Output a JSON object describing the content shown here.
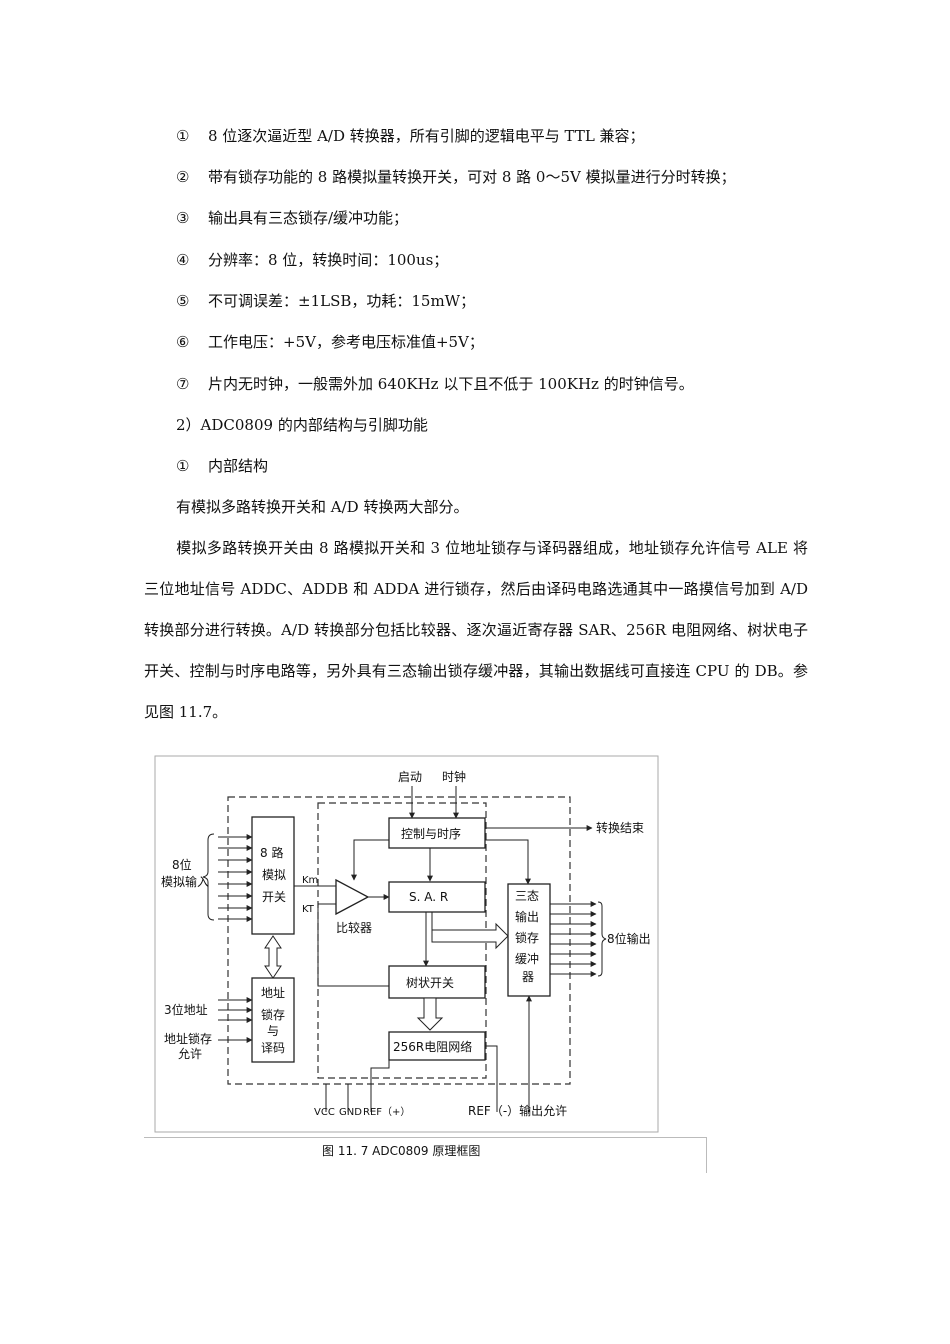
{
  "features": [
    {
      "num": "①",
      "text": "8 位逐次逼近型 A/D 转换器，所有引脚的逻辑电平与 TTL 兼容；"
    },
    {
      "num": "②",
      "text": "带有锁存功能的 8 路模拟量转换开关，可对 8 路 0～5V 模拟量进行分时转换；"
    },
    {
      "num": "③",
      "text": "输出具有三态锁存/缓冲功能；"
    },
    {
      "num": "④",
      "text": "分辨率：8 位，转换时间：100us；"
    },
    {
      "num": "⑤",
      "text": "不可调误差：±1LSB，功耗：15mW；"
    },
    {
      "num": "⑥",
      "text": "工作电压：+5V，参考电压标准值+5V；"
    },
    {
      "num": "⑦",
      "text": "片内无时钟，一般需外加 640KHz 以下且不低于 100KHz 的时钟信号。"
    }
  ],
  "section_heading": "2）ADC0809 的内部结构与引脚功能",
  "sub_heading": {
    "num": "①",
    "text": "内部结构"
  },
  "intro_line": "有模拟多路转换开关和 A/D 转换两大部分。",
  "paragraph": "模拟多路转换开关由 8 路模拟开关和 3 位地址锁存与译码器组成，地址锁存允许信号 ALE 将三位地址信号 ADDC、ADDB 和 ADDA 进行锁存，然后由译码电路选通其中一路摸信号加到 A/D 转换部分进行转换。A/D 转换部分包括比较器、逐次逼近寄存器 SAR、256R 电阻网络、树状电子开关、控制与时序电路等，另外具有三态输出锁存缓冲器，其输出数据线可直接连 CPU 的 DB。参见图 11.7。",
  "diagram": {
    "start_label": "启动",
    "clock_label": "时钟",
    "end_label": "转换结束",
    "analog_in_label_1": "8位",
    "analog_in_label_2": "模拟输入",
    "switch_lines": [
      "8 路",
      "模拟",
      "开关"
    ],
    "addr3_label": "3位地址",
    "ale_label_1": "地址锁存",
    "ale_label_2": "允许",
    "latch_lines": [
      "地址",
      "锁存",
      "与",
      "译码"
    ],
    "control_label": "控制与时序",
    "sar_label": "S. A. R",
    "comparator_label": "比较器",
    "km_label": "Km",
    "kt_label": "KT",
    "tree_label": "树状开关",
    "resistor_label": "256R电阻网络",
    "buffer_lines": [
      "三态",
      "输出",
      "锁存",
      "缓冲",
      "器"
    ],
    "out_label": "8位输出",
    "vcc_label": "VCC",
    "gnd_label": "GND",
    "refp_label": "REF（+）",
    "refm_label": "REF（-）输出允许"
  },
  "caption": "图 11. 7    ADC0809 原理框图"
}
